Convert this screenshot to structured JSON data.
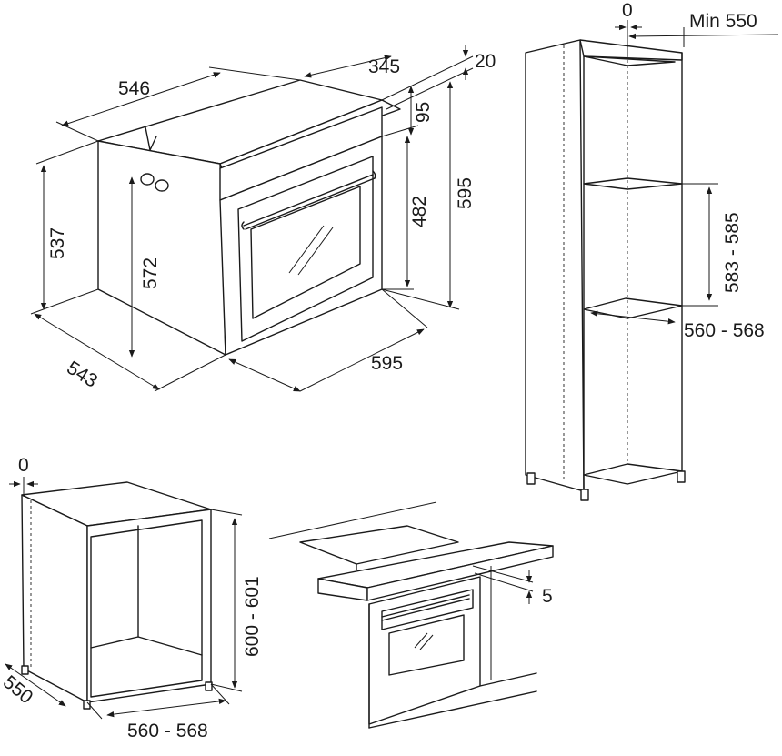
{
  "oven": {
    "width_top": "546",
    "depth_top": "345",
    "gap_top": "20",
    "panel_height": "95",
    "height_total": "595",
    "door_height": "482",
    "body_height": "537",
    "inner_height": "572",
    "depth_bottom": "543",
    "width_front": "595"
  },
  "tall_cabinet": {
    "gap": "0",
    "min_depth": "Min 550",
    "niche_height": "583 - 585",
    "niche_width": "560 - 568"
  },
  "base_cabinet": {
    "gap": "0",
    "depth": "550",
    "width": "560 - 568",
    "height": "600 - 601"
  },
  "undercounter": {
    "gap": "5"
  }
}
